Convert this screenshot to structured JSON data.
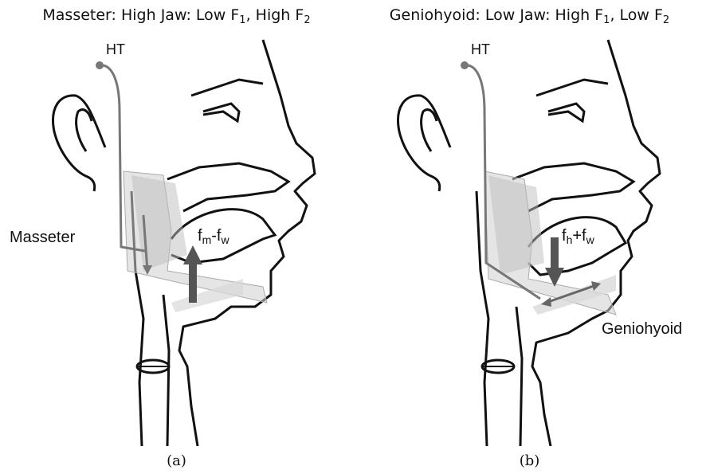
{
  "panels": [
    {
      "id": "a",
      "title": {
        "muscle": "Masseter",
        "jaw": "High Jaw",
        "f1": "Low F",
        "f1_sub": "1",
        "f2": "High F",
        "f2_sub": "2"
      },
      "ht_label": "HT",
      "muscle_label": "Masseter",
      "force": {
        "a": "f",
        "a_sub": "m",
        "op": "-",
        "b": "f",
        "b_sub": "w"
      },
      "force_direction": "up",
      "caption": "(a)"
    },
    {
      "id": "b",
      "title": {
        "muscle": "Geniohyoid",
        "jaw": "Low Jaw",
        "f1": "High F",
        "f1_sub": "1",
        "f2": "Low F",
        "f2_sub": "2"
      },
      "ht_label": "HT",
      "muscle_label": "Geniohyoid",
      "force": {
        "a": "f",
        "a_sub": "h",
        "op": "+",
        "b": "f",
        "b_sub": "w"
      },
      "force_direction": "down",
      "caption": "(b)"
    }
  ],
  "colors": {
    "outline": "#111111",
    "muscle_fill": "#cfcfcf",
    "arrow": "#555555",
    "wire": "#777777"
  }
}
